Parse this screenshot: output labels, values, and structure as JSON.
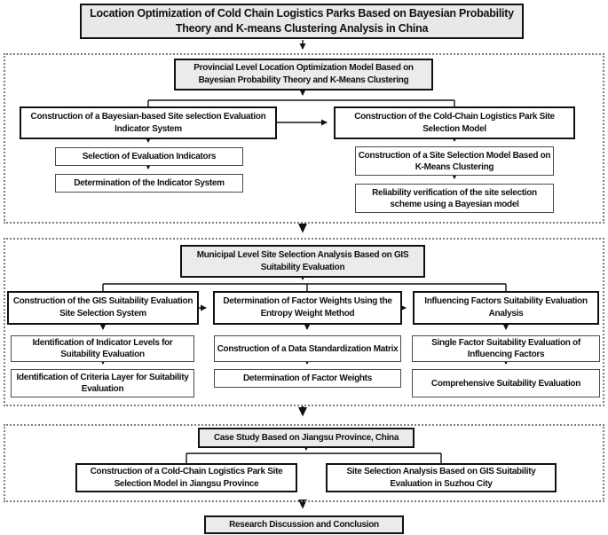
{
  "title": "Location Optimization of Cold Chain Logistics Parks Based on Bayesian Probability Theory and K-means Clustering Analysis in China",
  "provincial": {
    "header": "Provincial Level Location Optimization Model Based on Bayesian Probability Theory and K-Means Clustering",
    "left_main": "Construction of a Bayesian-based Site selection Evaluation Indicator System",
    "left_steps": [
      "Selection of Evaluation Indicators",
      "Determination of the Indicator System"
    ],
    "right_main": "Construction of the Cold-Chain Logistics Park Site Selection Model",
    "right_steps": [
      "Construction of a Site Selection Model Based on K-Means Clustering",
      "Reliability verification of the site selection scheme using a Bayesian model"
    ]
  },
  "municipal": {
    "header": "Municipal Level Site Selection Analysis Based on GIS Suitability Evaluation",
    "columns": [
      {
        "main": "Construction of the GIS Suitability Evaluation Site Selection System",
        "steps": [
          "Identification of Indicator Levels for Suitability Evaluation",
          "Identification of Criteria Layer for Suitability Evaluation"
        ]
      },
      {
        "main": "Determination of Factor Weights Using the Entropy Weight Method",
        "steps": [
          "Construction of a Data Standardization Matrix",
          "Determination of Factor Weights"
        ]
      },
      {
        "main": "Influencing Factors Suitability Evaluation Analysis",
        "steps": [
          "Single Factor Suitability Evaluation of Influencing Factors",
          "Comprehensive Suitability Evaluation"
        ]
      }
    ]
  },
  "case_study": {
    "header": "Case Study Based on Jiangsu Province, China",
    "left": "Construction of a Cold-Chain Logistics Park Site Selection Model in Jiangsu Province",
    "right": "Site Selection Analysis Based on GIS Suitability Evaluation in Suzhou City"
  },
  "conclusion": "Research Discussion and Conclusion",
  "colors": {
    "header_fill": "#ebebeb",
    "box_fill": "#ffffff",
    "border": "#111111",
    "section_border": "#7f7f7f"
  }
}
